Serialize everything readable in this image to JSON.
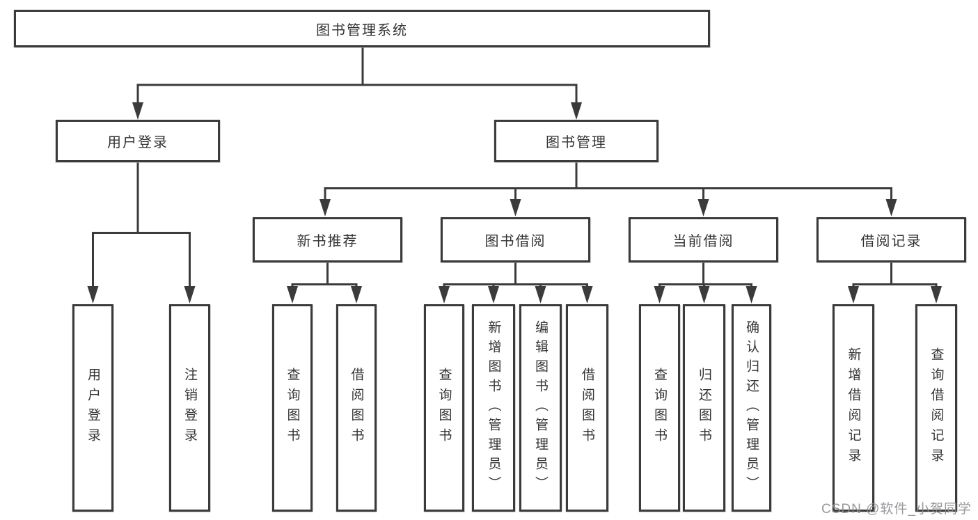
{
  "diagram": {
    "title": "图书管理系统",
    "level2": {
      "user_login": "用户登录",
      "book_mgmt": "图书管理"
    },
    "level3": {
      "new_books": "新书推荐",
      "book_borrow": "图书借阅",
      "current_borrow": "当前借阅",
      "borrow_records": "借阅记录"
    },
    "leaves": {
      "user_login": [
        "用户登录",
        "注销登录"
      ],
      "new_books": [
        "查询图书",
        "借阅图书"
      ],
      "book_borrow": [
        "查询图书",
        "新增图书（管理员）",
        "编辑图书（管理员）",
        "借阅图书"
      ],
      "current_borrow": [
        "查询图书",
        "归还图书",
        "确认归还（管理员）"
      ],
      "borrow_records": [
        "新增借阅记录",
        "查询借阅记录"
      ]
    }
  },
  "colors": {
    "line": "#3b3b3b",
    "text": "#333336",
    "watermark": "#8c8c92"
  },
  "watermark": "CSDN @软件_小贺同学"
}
